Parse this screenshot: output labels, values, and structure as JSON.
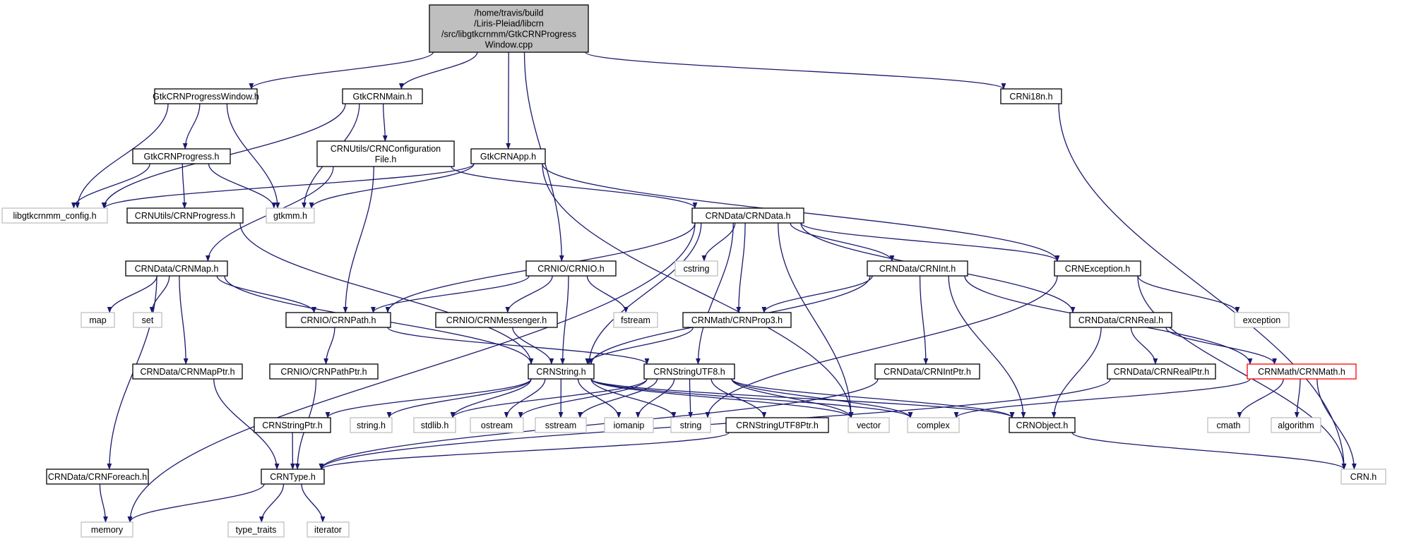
{
  "colors": {
    "edge": "#191970",
    "node_border": "#000000",
    "external_border": "#bfbfbf",
    "root_fill": "#bfbfbf",
    "truncated_border": "#ff0000",
    "node_fill": "#ffffff"
  },
  "nodes": [
    {
      "id": "root",
      "lines": [
        "/home/travis/build",
        "/Liris-Pleiad/libcrn",
        "/src/libgtkcrnmm/GtkCRNProgress",
        "Window.cpp"
      ],
      "kind": "root"
    },
    {
      "id": "gtkprogwin",
      "lines": [
        "GtkCRNProgressWindow.h"
      ],
      "kind": "normal"
    },
    {
      "id": "gtkmain",
      "lines": [
        "GtkCRNMain.h"
      ],
      "kind": "normal"
    },
    {
      "id": "gtkapp",
      "lines": [
        "GtkCRNApp.h"
      ],
      "kind": "normal"
    },
    {
      "id": "crni18n",
      "lines": [
        "CRNi18n.h"
      ],
      "kind": "normal"
    },
    {
      "id": "gtkprog",
      "lines": [
        "GtkCRNProgress.h"
      ],
      "kind": "normal"
    },
    {
      "id": "confile",
      "lines": [
        "CRNUtils/CRNConfiguration",
        "File.h"
      ],
      "kind": "normal"
    },
    {
      "id": "libconfig",
      "lines": [
        "libgtkcrnmm_config.h"
      ],
      "kind": "external"
    },
    {
      "id": "crnprogress",
      "lines": [
        "CRNUtils/CRNProgress.h"
      ],
      "kind": "normal"
    },
    {
      "id": "gtkmm",
      "lines": [
        "gtkmm.h"
      ],
      "kind": "external"
    },
    {
      "id": "crndata",
      "lines": [
        "CRNData/CRNData.h"
      ],
      "kind": "normal"
    },
    {
      "id": "crnmap",
      "lines": [
        "CRNData/CRNMap.h"
      ],
      "kind": "normal"
    },
    {
      "id": "crnio",
      "lines": [
        "CRNIO/CRNIO.h"
      ],
      "kind": "normal"
    },
    {
      "id": "cstring",
      "lines": [
        "cstring"
      ],
      "kind": "external"
    },
    {
      "id": "crnint",
      "lines": [
        "CRNData/CRNInt.h"
      ],
      "kind": "normal"
    },
    {
      "id": "crnexception",
      "lines": [
        "CRNException.h"
      ],
      "kind": "normal"
    },
    {
      "id": "map",
      "lines": [
        "map"
      ],
      "kind": "external"
    },
    {
      "id": "set",
      "lines": [
        "set"
      ],
      "kind": "external"
    },
    {
      "id": "crnpath",
      "lines": [
        "CRNIO/CRNPath.h"
      ],
      "kind": "normal"
    },
    {
      "id": "messenger",
      "lines": [
        "CRNIO/CRNMessenger.h"
      ],
      "kind": "normal"
    },
    {
      "id": "fstream",
      "lines": [
        "fstream"
      ],
      "kind": "external"
    },
    {
      "id": "prop3",
      "lines": [
        "CRNMath/CRNProp3.h"
      ],
      "kind": "normal"
    },
    {
      "id": "crnreal",
      "lines": [
        "CRNData/CRNReal.h"
      ],
      "kind": "normal"
    },
    {
      "id": "exception",
      "lines": [
        "exception"
      ],
      "kind": "external"
    },
    {
      "id": "mapptr",
      "lines": [
        "CRNData/CRNMapPtr.h"
      ],
      "kind": "normal"
    },
    {
      "id": "pathptr",
      "lines": [
        "CRNIO/CRNPathPtr.h"
      ],
      "kind": "normal"
    },
    {
      "id": "crnstring",
      "lines": [
        "CRNString.h"
      ],
      "kind": "normal"
    },
    {
      "id": "utf8",
      "lines": [
        "CRNStringUTF8.h"
      ],
      "kind": "normal"
    },
    {
      "id": "intptr",
      "lines": [
        "CRNData/CRNIntPtr.h"
      ],
      "kind": "normal"
    },
    {
      "id": "realptr",
      "lines": [
        "CRNData/CRNRealPtr.h"
      ],
      "kind": "normal"
    },
    {
      "id": "crnmath",
      "lines": [
        "CRNMath/CRNMath.h"
      ],
      "kind": "truncated"
    },
    {
      "id": "stringptr",
      "lines": [
        "CRNStringPtr.h"
      ],
      "kind": "normal"
    },
    {
      "id": "stringh",
      "lines": [
        "string.h"
      ],
      "kind": "external"
    },
    {
      "id": "stdlib",
      "lines": [
        "stdlib.h"
      ],
      "kind": "external"
    },
    {
      "id": "ostream",
      "lines": [
        "ostream"
      ],
      "kind": "external"
    },
    {
      "id": "sstream",
      "lines": [
        "sstream"
      ],
      "kind": "external"
    },
    {
      "id": "iomanip",
      "lines": [
        "iomanip"
      ],
      "kind": "external"
    },
    {
      "id": "string",
      "lines": [
        "string"
      ],
      "kind": "external"
    },
    {
      "id": "utf8ptr",
      "lines": [
        "CRNStringUTF8Ptr.h"
      ],
      "kind": "normal"
    },
    {
      "id": "vector",
      "lines": [
        "vector"
      ],
      "kind": "external"
    },
    {
      "id": "complex",
      "lines": [
        "complex"
      ],
      "kind": "external"
    },
    {
      "id": "crnobject",
      "lines": [
        "CRNObject.h"
      ],
      "kind": "normal"
    },
    {
      "id": "cmath",
      "lines": [
        "cmath"
      ],
      "kind": "external"
    },
    {
      "id": "algorithm",
      "lines": [
        "algorithm"
      ],
      "kind": "external"
    },
    {
      "id": "crnh",
      "lines": [
        "CRN.h"
      ],
      "kind": "external"
    },
    {
      "id": "foreach",
      "lines": [
        "CRNData/CRNForeach.h"
      ],
      "kind": "normal"
    },
    {
      "id": "crntype",
      "lines": [
        "CRNType.h"
      ],
      "kind": "normal"
    },
    {
      "id": "memory",
      "lines": [
        "memory"
      ],
      "kind": "external"
    },
    {
      "id": "typetraits",
      "lines": [
        "type_traits"
      ],
      "kind": "external"
    },
    {
      "id": "iterator",
      "lines": [
        "iterator"
      ],
      "kind": "external"
    }
  ],
  "edges": [
    [
      "root",
      "gtkprogwin"
    ],
    [
      "root",
      "gtkmain"
    ],
    [
      "root",
      "gtkapp"
    ],
    [
      "root",
      "crnio"
    ],
    [
      "root",
      "crni18n"
    ],
    [
      "gtkprogwin",
      "libconfig"
    ],
    [
      "gtkprogwin",
      "gtkprog"
    ],
    [
      "gtkprogwin",
      "gtkmm"
    ],
    [
      "gtkmain",
      "libconfig"
    ],
    [
      "gtkmain",
      "gtkmm"
    ],
    [
      "gtkmain",
      "confile"
    ],
    [
      "gtkprog",
      "libconfig"
    ],
    [
      "gtkprog",
      "crnprogress"
    ],
    [
      "gtkprog",
      "gtkmm"
    ],
    [
      "gtkapp",
      "libconfig"
    ],
    [
      "gtkapp",
      "gtkmm"
    ],
    [
      "gtkapp",
      "crnexception"
    ],
    [
      "gtkapp",
      "vector"
    ],
    [
      "crni18n",
      "crnh"
    ],
    [
      "confile",
      "crndata"
    ],
    [
      "confile",
      "crnmap"
    ],
    [
      "confile",
      "crnpath"
    ],
    [
      "crnprogress",
      "crnstring"
    ],
    [
      "crndata",
      "memory"
    ],
    [
      "crndata",
      "crnpath"
    ],
    [
      "crndata",
      "crnstring"
    ],
    [
      "crndata",
      "cstring"
    ],
    [
      "crndata",
      "prop3"
    ],
    [
      "crndata",
      "utf8"
    ],
    [
      "crndata",
      "vector"
    ],
    [
      "crndata",
      "crnint"
    ],
    [
      "crndata",
      "crnexception"
    ],
    [
      "crndata",
      "crnreal"
    ],
    [
      "crnmap",
      "map"
    ],
    [
      "crnmap",
      "set"
    ],
    [
      "crnmap",
      "crnpath"
    ],
    [
      "crnmap",
      "crnstring"
    ],
    [
      "crnmap",
      "mapptr"
    ],
    [
      "crnmap",
      "foreach"
    ],
    [
      "crnio",
      "crnpath"
    ],
    [
      "crnio",
      "messenger"
    ],
    [
      "crnio",
      "crnstring"
    ],
    [
      "crnio",
      "fstream"
    ],
    [
      "crnint",
      "prop3"
    ],
    [
      "crnint",
      "crnstring"
    ],
    [
      "crnint",
      "intptr"
    ],
    [
      "crnint",
      "crnobject"
    ],
    [
      "crnint",
      "crnmath"
    ],
    [
      "crnexception",
      "string"
    ],
    [
      "crnexception",
      "exception"
    ],
    [
      "crnexception",
      "crnh"
    ],
    [
      "crnpath",
      "pathptr"
    ],
    [
      "crnpath",
      "utf8"
    ],
    [
      "messenger",
      "crnstring"
    ],
    [
      "prop3",
      "crnstring"
    ],
    [
      "crnreal",
      "crnobject"
    ],
    [
      "crnreal",
      "realptr"
    ],
    [
      "crnreal",
      "crnmath"
    ],
    [
      "mapptr",
      "crntype"
    ],
    [
      "pathptr",
      "crntype"
    ],
    [
      "crnstring",
      "stringptr"
    ],
    [
      "crnstring",
      "stringh"
    ],
    [
      "crnstring",
      "stdlib"
    ],
    [
      "crnstring",
      "ostream"
    ],
    [
      "crnstring",
      "sstream"
    ],
    [
      "crnstring",
      "iomanip"
    ],
    [
      "crnstring",
      "string"
    ],
    [
      "crnstring",
      "vector"
    ],
    [
      "crnstring",
      "complex"
    ],
    [
      "crnstring",
      "crnobject"
    ],
    [
      "utf8",
      "stdlib"
    ],
    [
      "utf8",
      "ostream"
    ],
    [
      "utf8",
      "sstream"
    ],
    [
      "utf8",
      "iomanip"
    ],
    [
      "utf8",
      "string"
    ],
    [
      "utf8",
      "utf8ptr"
    ],
    [
      "utf8",
      "vector"
    ],
    [
      "utf8",
      "complex"
    ],
    [
      "utf8",
      "crnobject"
    ],
    [
      "intptr",
      "crntype"
    ],
    [
      "realptr",
      "crntype"
    ],
    [
      "crnmath",
      "complex"
    ],
    [
      "crnmath",
      "cmath"
    ],
    [
      "crnmath",
      "algorithm"
    ],
    [
      "crnmath",
      "crnh"
    ],
    [
      "stringptr",
      "crntype"
    ],
    [
      "utf8ptr",
      "crntype"
    ],
    [
      "crnobject",
      "crnh"
    ],
    [
      "foreach",
      "memory"
    ],
    [
      "crntype",
      "memory"
    ],
    [
      "crntype",
      "typetraits"
    ],
    [
      "crntype",
      "iterator"
    ]
  ]
}
